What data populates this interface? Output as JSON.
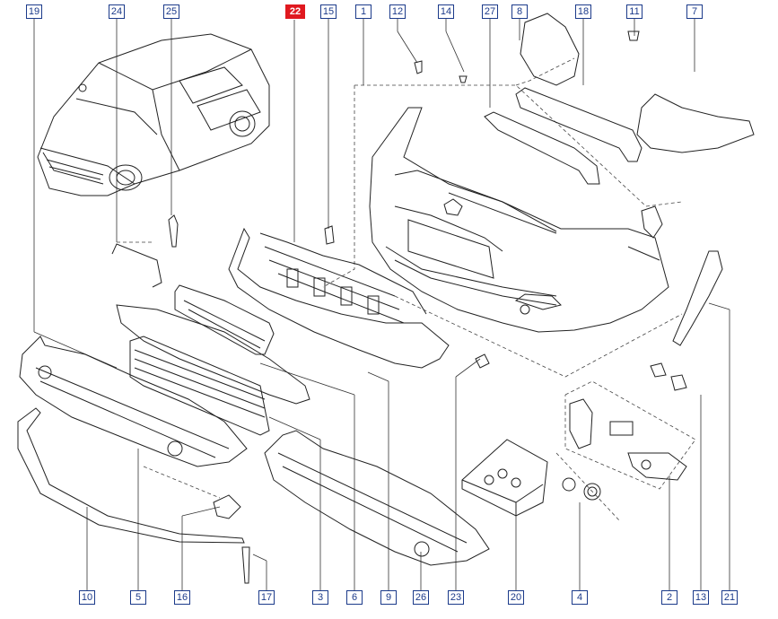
{
  "highlight_color": "#e0191f",
  "callout_color": "#1b3a8a",
  "callouts": {
    "c19": "19",
    "c24": "24",
    "c25": "25",
    "c22": "22",
    "c15": "15",
    "c1": "1",
    "c12": "12",
    "c14": "14",
    "c27": "27",
    "c8": "8",
    "c18": "18",
    "c11": "11",
    "c7": "7",
    "c10": "10",
    "c5": "5",
    "c16": "16",
    "c17": "17",
    "c3": "3",
    "c6": "6",
    "c9": "9",
    "c26": "26",
    "c23": "23",
    "c20": "20",
    "c4": "4",
    "c2": "2",
    "c13": "13",
    "c21": "21"
  }
}
